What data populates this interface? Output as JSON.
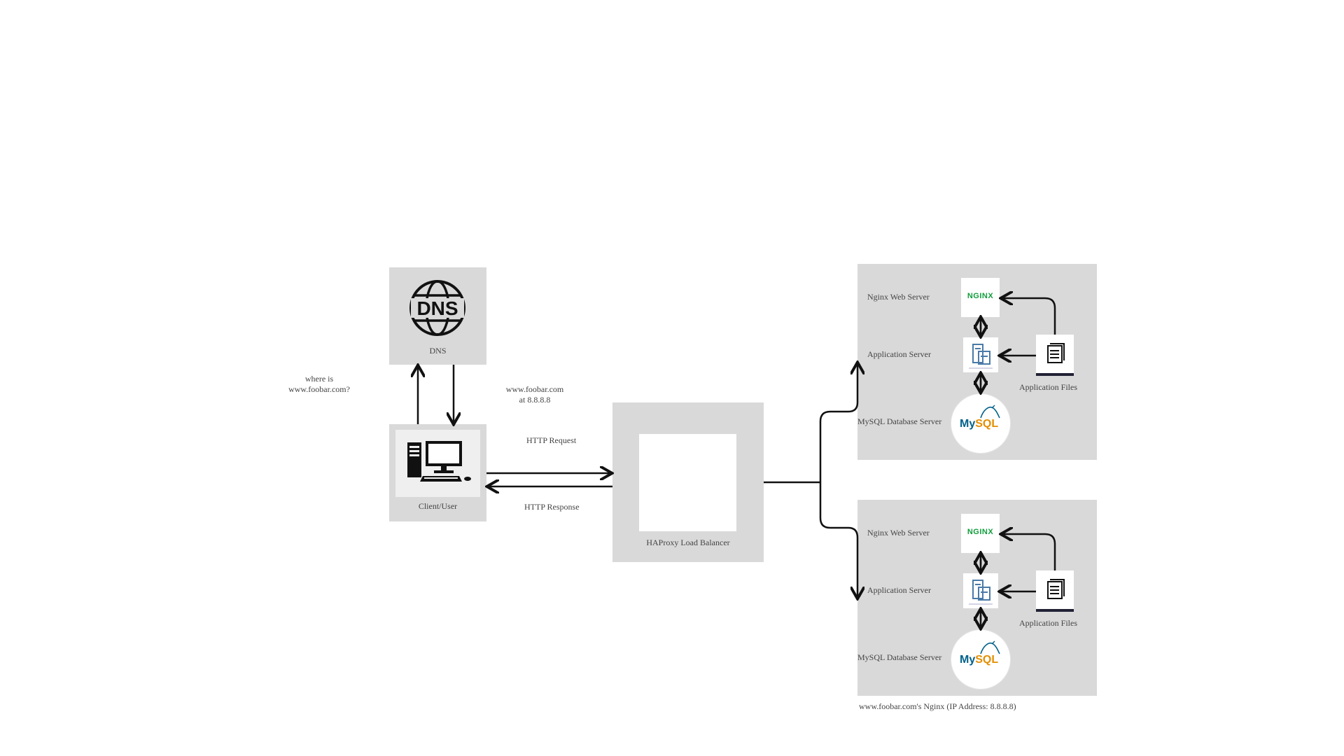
{
  "dns": {
    "label": "DNS",
    "icon": "dns-globe-icon"
  },
  "client": {
    "label": "Client/User",
    "icon": "desktop-computer-icon"
  },
  "query": {
    "line1": "where is",
    "line2": "www.foobar.com?"
  },
  "answer": {
    "line1": "www.foobar.com",
    "line2": "at 8.8.8.8"
  },
  "http": {
    "request": "HTTP Request",
    "response": "HTTP Response"
  },
  "load_balancer": {
    "label": "HAProxy Load Balancer"
  },
  "servers": [
    {
      "web_label": "Nginx Web Server",
      "app_label": "Application Server",
      "db_label": "MySQL Database Server",
      "files_label": "Application Files",
      "nginx_logo": "NGINX",
      "mysql_my": "My",
      "mysql_sql": "SQL"
    },
    {
      "web_label": "Nginx Web Server",
      "app_label": "Application Server",
      "db_label": "MySQL Database Server",
      "files_label": "Application Files",
      "nginx_logo": "NGINX",
      "mysql_my": "My",
      "mysql_sql": "SQL"
    }
  ],
  "caption": "www.foobar.com's Nginx (IP Address: 8.8.8.8)",
  "colors": {
    "panel": "#d9d9d9",
    "nginx_green": "#109e3c",
    "mysql_blue": "#00618a",
    "mysql_orange": "#e48e00"
  }
}
